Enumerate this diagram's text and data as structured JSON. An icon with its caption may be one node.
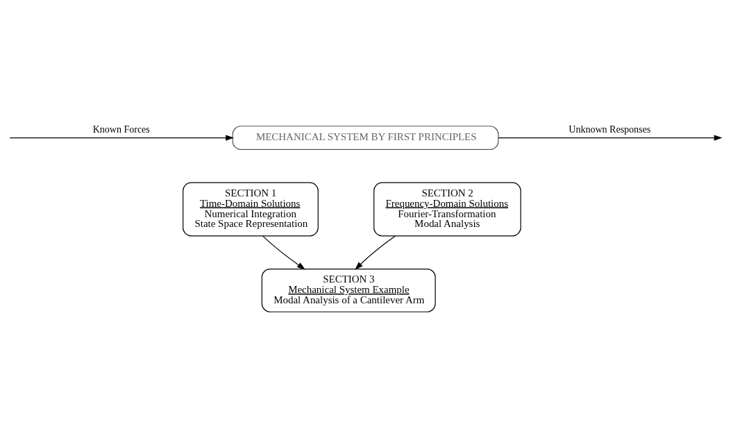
{
  "diagram": {
    "nodes": [
      {
        "text": [
          "MECHANICAL SYSTEM BY FIRST PRINCIPLES"
        ]
      },
      {
        "text": [
          "SECTION 1",
          "Time-Domain Solutions",
          "Numerical Integration",
          "State Space Representation"
        ]
      },
      {
        "text": [
          "SECTION 2",
          "Frequency-Domain Solutions",
          "Fourier-Transformation",
          "Modal Analysis"
        ]
      },
      {
        "text": [
          "SECTION 3",
          "Mechanical System Example",
          "Modal Analysis of a Cantilever Arm"
        ]
      }
    ],
    "edges": [
      {
        "from": null,
        "to": 0,
        "arrow": "to",
        "label": "Known Forces"
      },
      {
        "from": 0,
        "to": null,
        "arrow": "to",
        "label": "Unknown Responses"
      },
      {
        "from": 1,
        "to": 3,
        "arrow": "to"
      },
      {
        "from": 2,
        "to": 3,
        "arrow": "to"
      }
    ]
  }
}
